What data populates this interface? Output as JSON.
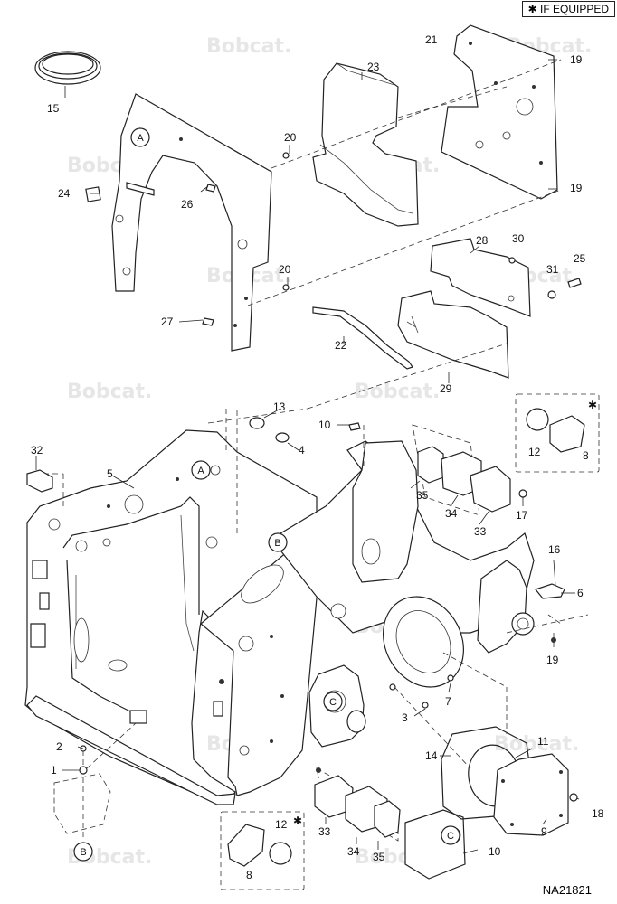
{
  "legend": {
    "symbol": "✱",
    "text": "IF EQUIPPED"
  },
  "watermark": "Bobcat.",
  "drawing_id": "NA21821",
  "callouts": {
    "c1": "1",
    "c2": "2",
    "c3": "3",
    "c4": "4",
    "c5": "5",
    "c6": "6",
    "c7": "7",
    "c8a": "8",
    "c8b": "8",
    "c9": "9",
    "c10a": "10",
    "c10b": "10",
    "c11": "11",
    "c12a": "12",
    "c12b": "12",
    "c13": "13",
    "c14": "14",
    "c15": "15",
    "c16": "16",
    "c17": "17",
    "c18": "18",
    "c19a": "19",
    "c19b": "19",
    "c19c": "19",
    "c20a": "20",
    "c20b": "20",
    "c21": "21",
    "c22": "22",
    "c23": "23",
    "c24": "24",
    "c25": "25",
    "c26": "26",
    "c27": "27",
    "c28": "28",
    "c29": "29",
    "c30": "30",
    "c31": "31",
    "c32": "32",
    "c33a": "33",
    "c33b": "33",
    "c34a": "34",
    "c34b": "34",
    "c35a": "35",
    "c35b": "35"
  },
  "ref_markers": {
    "A1": "A",
    "A2": "A",
    "B1": "B",
    "B2": "B",
    "C1": "C",
    "C2": "C"
  },
  "star": "✱"
}
